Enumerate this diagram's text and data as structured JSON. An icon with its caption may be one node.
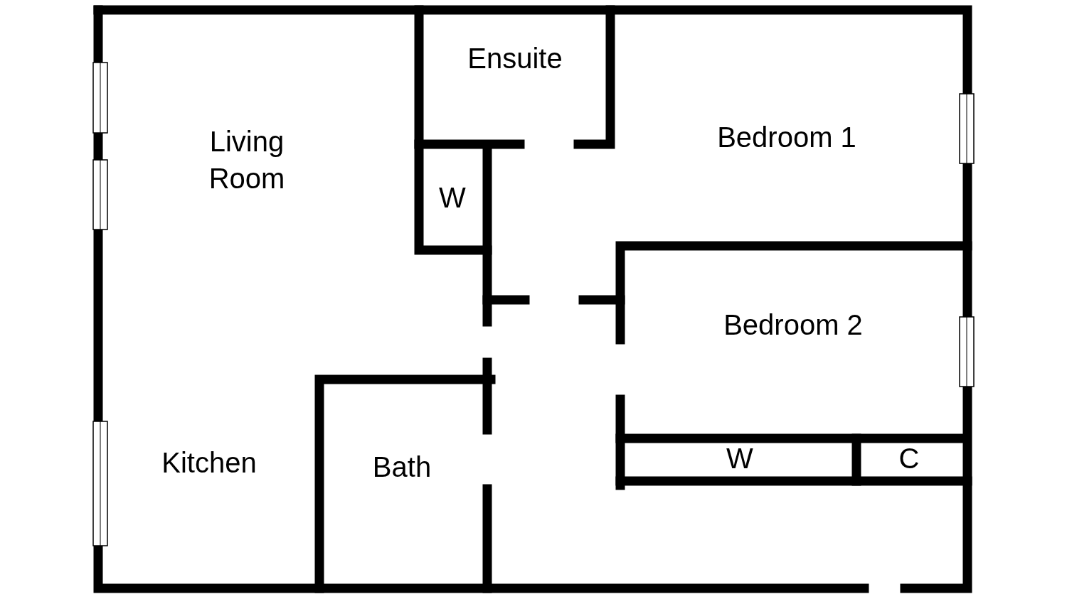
{
  "diagram": {
    "labels": [
      "Ensuite",
      "Bedroom 1",
      "Living Room",
      "W",
      "Bedroom 2",
      "W",
      "C",
      "Kitchen",
      "Bath"
    ]
  }
}
